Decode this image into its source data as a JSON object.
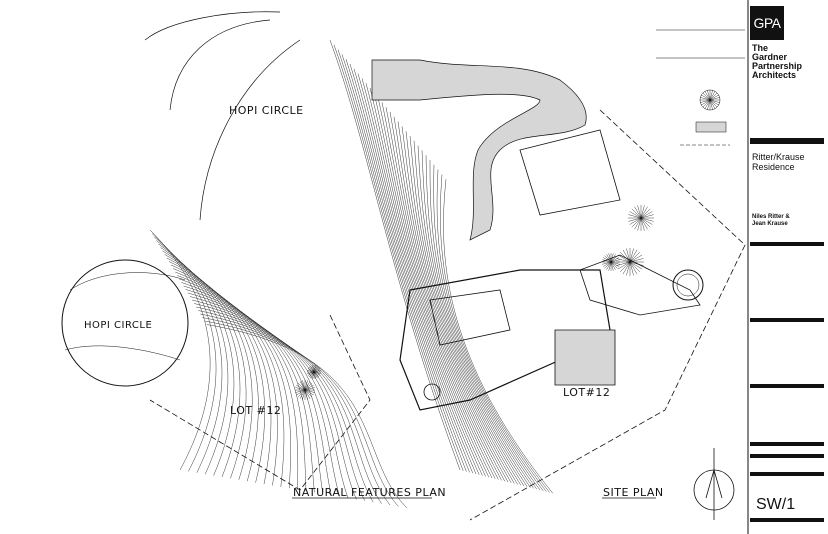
{
  "labels": {
    "hopi_circle_top": "HOPI CIRCLE",
    "hopi_circle_inset": "HOPI CIRCLE",
    "lot_left": "LOT #12",
    "lot_right": "LOT#12",
    "natural_features_plan": "NATURAL FEATURES PLAN",
    "site_plan": "SITE PLAN"
  },
  "title_block": {
    "logo": "GPA",
    "firm_name": [
      "The",
      "Gardner",
      "Partnership",
      "Architects"
    ],
    "project_name": [
      "Ritter/Krause",
      "Residence"
    ],
    "clients": [
      "Niles Ritter &",
      "Jean Krause"
    ],
    "sheet_number": "SW/1"
  },
  "colors": {
    "ink": "#111111",
    "fill_gray": "#d6d6d6"
  }
}
